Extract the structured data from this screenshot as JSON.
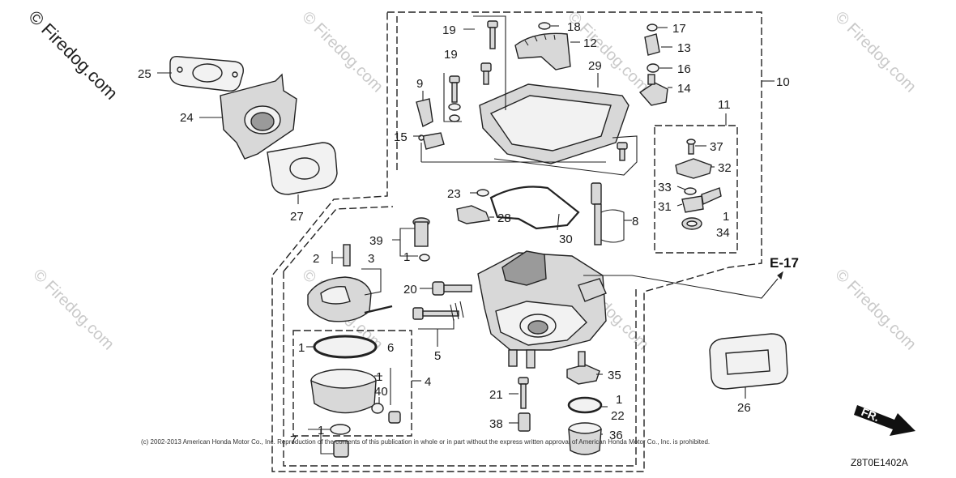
{
  "watermark": {
    "primary": "© Firedog.com",
    "faint": "© Firedog.com"
  },
  "callouts": [
    {
      "id": "c25",
      "text": "25"
    },
    {
      "id": "c24",
      "text": "24"
    },
    {
      "id": "c27",
      "text": "27"
    },
    {
      "id": "c19a",
      "text": "19"
    },
    {
      "id": "c18",
      "text": "18"
    },
    {
      "id": "c12",
      "text": "12"
    },
    {
      "id": "c19b",
      "text": "19"
    },
    {
      "id": "c9",
      "text": "9"
    },
    {
      "id": "c29",
      "text": "29"
    },
    {
      "id": "c15",
      "text": "15"
    },
    {
      "id": "c17",
      "text": "17"
    },
    {
      "id": "c13",
      "text": "13"
    },
    {
      "id": "c16",
      "text": "16"
    },
    {
      "id": "c14",
      "text": "14"
    },
    {
      "id": "c10",
      "text": "10"
    },
    {
      "id": "c11",
      "text": "11"
    },
    {
      "id": "c37",
      "text": "37"
    },
    {
      "id": "c32",
      "text": "32"
    },
    {
      "id": "c33",
      "text": "33"
    },
    {
      "id": "c31",
      "text": "31"
    },
    {
      "id": "c1a",
      "text": "1"
    },
    {
      "id": "c34",
      "text": "34"
    },
    {
      "id": "c23",
      "text": "23"
    },
    {
      "id": "c28",
      "text": "28"
    },
    {
      "id": "c8",
      "text": "8"
    },
    {
      "id": "c30",
      "text": "30"
    },
    {
      "id": "c39",
      "text": "39"
    },
    {
      "id": "c1b",
      "text": "1"
    },
    {
      "id": "c2",
      "text": "2"
    },
    {
      "id": "c3",
      "text": "3"
    },
    {
      "id": "c20",
      "text": "20"
    },
    {
      "id": "c5",
      "text": "5"
    },
    {
      "id": "c1c",
      "text": "1"
    },
    {
      "id": "c6",
      "text": "6"
    },
    {
      "id": "c1d",
      "text": "1"
    },
    {
      "id": "c4",
      "text": "4"
    },
    {
      "id": "c40",
      "text": "40"
    },
    {
      "id": "c1e",
      "text": "1"
    },
    {
      "id": "c7",
      "text": "7"
    },
    {
      "id": "c35",
      "text": "35"
    },
    {
      "id": "c21",
      "text": "21"
    },
    {
      "id": "c1f",
      "text": "1"
    },
    {
      "id": "c22",
      "text": "22"
    },
    {
      "id": "c38",
      "text": "38"
    },
    {
      "id": "c36",
      "text": "36"
    },
    {
      "id": "c26",
      "text": "26"
    }
  ],
  "reference": "E-17",
  "front_label": "FR.",
  "copyright": "(c) 2002-2013 American Honda Motor Co., Inc. Reproduction of the contents of this publication in whole or in part without the express written approval of American Honda Motor Co., Inc. is prohibited.",
  "diagram_code": "Z8T0E1402A"
}
